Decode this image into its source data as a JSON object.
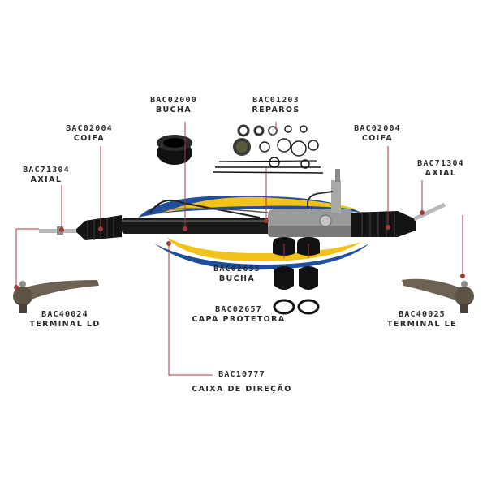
{
  "parts": {
    "bucha_top": {
      "code": "BAC02000",
      "name": "BUCHA"
    },
    "reparos": {
      "code": "BAC01203",
      "name": "REPAROS"
    },
    "coifa_left": {
      "code": "BAC02004",
      "name": "COIFA"
    },
    "coifa_right": {
      "code": "BAC02004",
      "name": "COIFA"
    },
    "axial_left": {
      "code": "BAC71304",
      "name": "AXIAL"
    },
    "axial_right": {
      "code": "BAC71304",
      "name": "AXIAL"
    },
    "bucha_mid": {
      "code": "BAC02655",
      "name": "BUCHA"
    },
    "capa": {
      "code": "BAC02657",
      "name": "CAPA PROTETORA"
    },
    "terminal_ld": {
      "code": "BAC40024",
      "name": "TERMINAL LD"
    },
    "terminal_le": {
      "code": "BAC40025",
      "name": "TERMINAL LE"
    },
    "caixa": {
      "code": "BAC10777",
      "name": "CAIXA DE DIREÇÃO"
    }
  },
  "colors": {
    "leader_line": "#a33a3a",
    "housing": "#1a1a1a",
    "boot": "#141414",
    "rod": "#b9b9b9",
    "swoosh_yellow": "#f2c21b",
    "swoosh_blue": "#1f4f9c",
    "valve_body": "#9a9a9a",
    "tie_end": "#6e6254",
    "text": "#2a2a2a"
  }
}
